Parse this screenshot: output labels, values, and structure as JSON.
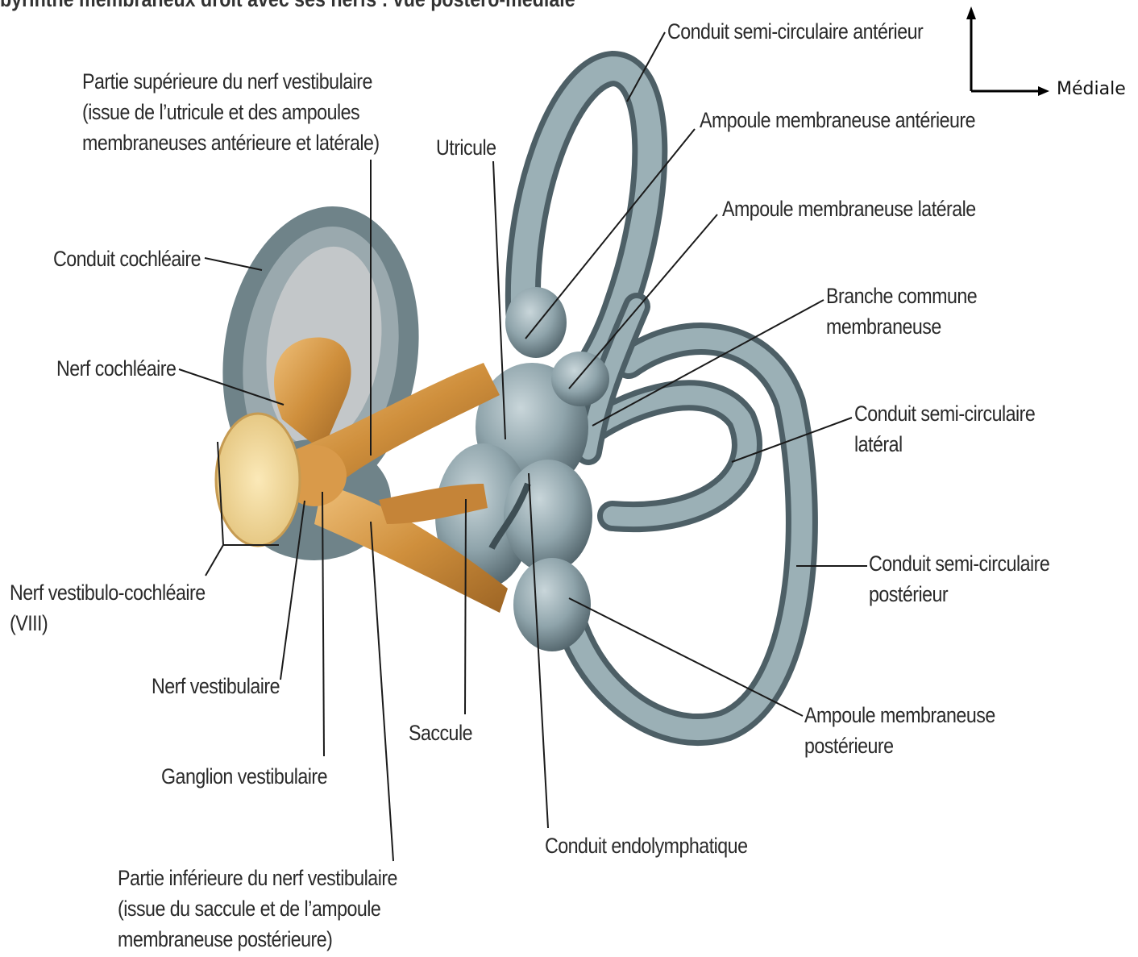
{
  "title": "byrinthe membraneux droit avec ses nerfs : vue postéro-médiale",
  "orientation": {
    "label": "Médiale"
  },
  "labels": {
    "csc_anterieur": [
      "Conduit semi-circulaire antérieur"
    ],
    "partie_superieure": [
      "Partie supérieure du nerf vestibulaire",
      "(issue de l’utricule et des ampoules",
      "membraneuses antérieure et latérale)"
    ],
    "utricule": [
      "Utricule"
    ],
    "ampoule_anterieure": [
      "Ampoule membraneuse antérieure"
    ],
    "ampoule_laterale": [
      "Ampoule membraneuse latérale"
    ],
    "conduit_cochleaire": [
      "Conduit cochléaire"
    ],
    "branche_commune": [
      "Branche commune",
      "membraneuse"
    ],
    "nerf_cochleaire": [
      "Nerf cochléaire"
    ],
    "csc_lateral": [
      "Conduit semi-circulaire",
      "latéral"
    ],
    "csc_posterieur": [
      "Conduit semi-circulaire",
      "postérieur"
    ],
    "nerf_vestibulo_cochleaire": [
      "Nerf vestibulo-cochléaire",
      "(VIII)"
    ],
    "nerf_vestibulaire": [
      "Nerf vestibulaire"
    ],
    "ampoule_posterieure": [
      "Ampoule membraneuse",
      "postérieure"
    ],
    "saccule": [
      "Saccule"
    ],
    "ganglion_vestibulaire": [
      "Ganglion vestibulaire"
    ],
    "conduit_endolymphatique": [
      "Conduit endolymphatique"
    ],
    "partie_inferieure": [
      "Partie inférieure du nerf vestibulaire",
      "(issue du saccule et de l’ampoule",
      "membraneuse postérieure)"
    ]
  },
  "colors": {
    "membrane": "#8fa4ab",
    "membrane_dark": "#5e7178",
    "nerve": "#c98a3a",
    "nerve_light": "#e6b06a",
    "leader": "#1a1a1a"
  }
}
